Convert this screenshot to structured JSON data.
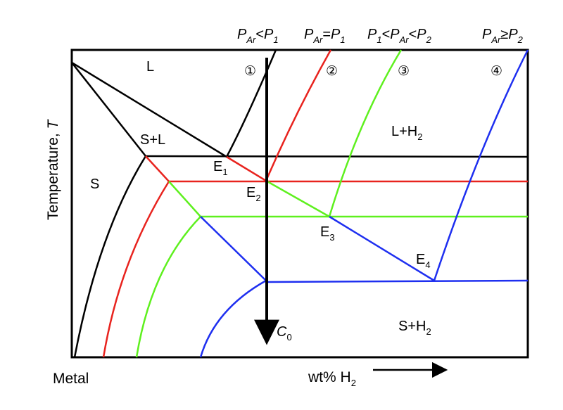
{
  "axes": {
    "y_label": {
      "text": "Temperature, ",
      "var": "T"
    },
    "x_label": {
      "text": "wt% H",
      "sub": "2"
    },
    "origin_label": "Metal"
  },
  "conditions": [
    {
      "id": "1",
      "marker": "①",
      "label": {
        "p": "P",
        "psub": "Ar",
        "op": "<",
        "q": "P",
        "qsub": "1"
      },
      "color": "#000000"
    },
    {
      "id": "2",
      "marker": "②",
      "label": {
        "p": "P",
        "psub": "Ar",
        "op": "=",
        "q": "P",
        "qsub": "1"
      },
      "color": "#e8231e"
    },
    {
      "id": "3",
      "marker": "③",
      "label": {
        "a": "P",
        "asub": "1",
        "op1": "<",
        "b": "P",
        "bsub": "Ar",
        "op2": "<",
        "c": "P",
        "csub": "2"
      },
      "color": "#5ef01e"
    },
    {
      "id": "4",
      "marker": "④",
      "label": {
        "p": "P",
        "psub": "Ar",
        "op": "≥",
        "q": "P",
        "qsub": "2"
      },
      "color": "#1e2ff0"
    }
  ],
  "regions": {
    "liquid": "L",
    "solid": "S",
    "solid_liquid": "S+L",
    "liquid_gas": {
      "text": "L+H",
      "sub": "2"
    },
    "solid_gas": {
      "text": "S+H",
      "sub": "2"
    }
  },
  "points": [
    {
      "text": "E",
      "sub": "1"
    },
    {
      "text": "E",
      "sub": "2"
    },
    {
      "text": "E",
      "sub": "3"
    },
    {
      "text": "E",
      "sub": "4"
    }
  ],
  "composition": {
    "text": "C",
    "sub": "0"
  }
}
